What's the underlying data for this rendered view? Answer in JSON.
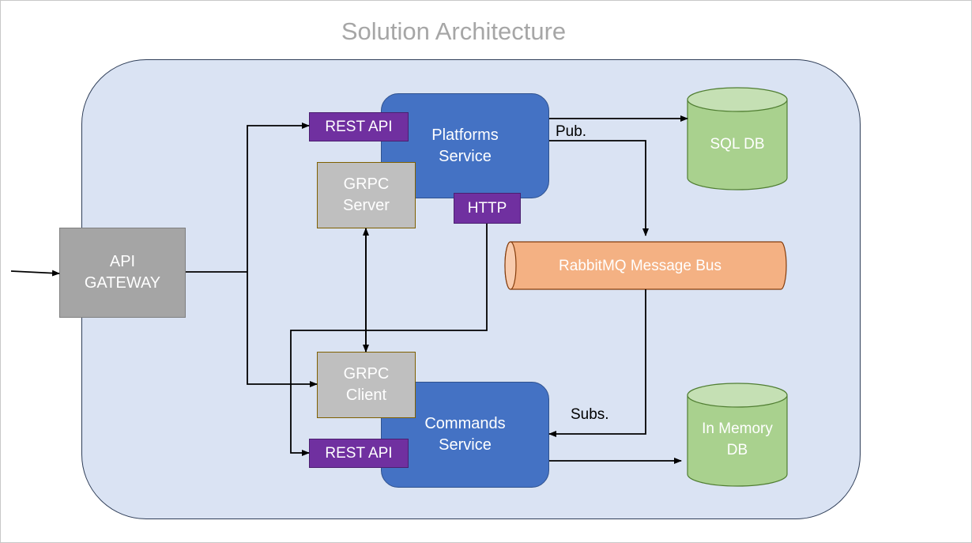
{
  "title": "Solution Architecture",
  "nodes": {
    "api_gateway": "API\nGATEWAY",
    "platforms_service": "Platforms\nService",
    "commands_service": "Commands\nService",
    "grpc_server": "GRPC\nServer",
    "grpc_client": "GRPC\nClient",
    "rest_api_top": "REST API",
    "rest_api_bottom": "REST API",
    "http": "HTTP",
    "message_bus": "RabbitMQ Message Bus",
    "sql_db": "SQL DB",
    "in_memory_db": "In Memory\nDB"
  },
  "edge_labels": {
    "pub": "Pub.",
    "subs": "Subs."
  },
  "colors": {
    "container_fill": "#dae3f3",
    "service_blue": "#4472c4",
    "api_purple": "#7030a0",
    "gateway_gray": "#a5a5a5",
    "grpc_gray": "#bfbfbf",
    "bus_orange": "#f4b183",
    "db_green": "#a9d18e",
    "db_green_top": "#c5e0b4",
    "title_gray": "#a6a6a6"
  }
}
